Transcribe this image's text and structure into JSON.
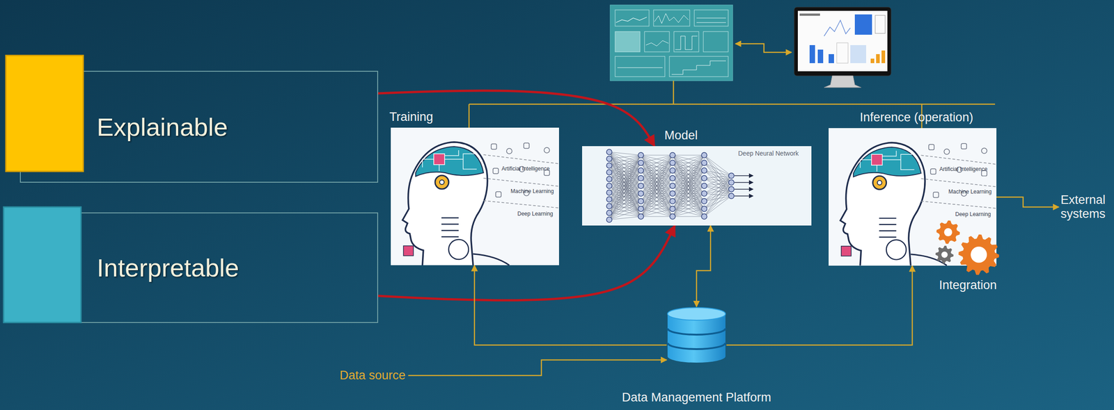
{
  "diagram": {
    "nodes": [
      {
        "text": [
          "Explainable"
        ]
      },
      {
        "text": [
          "Interpretable"
        ]
      },
      {
        "text": [
          "Training",
          "Artificial Intelligence",
          "Machine Learning",
          "Deep Learning"
        ]
      },
      {
        "text": [
          "Model",
          "Deep Neural Network"
        ]
      },
      {
        "text": [
          "Inference (operation)",
          "Artificial Intelligence",
          "Machine Learning",
          "Deep Learning"
        ]
      },
      {
        "text": [
          "External systems"
        ]
      },
      {
        "text": [
          "Data Management Platform"
        ]
      },
      {
        "text": [
          "Data source"
        ]
      }
    ],
    "edges": [
      {
        "from": 0,
        "to": 3,
        "arrow": "to"
      },
      {
        "from": 1,
        "to": 3,
        "arrow": "to"
      },
      {
        "from": 6,
        "to": 2,
        "arrow": "to"
      },
      {
        "from": 6,
        "to": 3,
        "arrow": "both"
      },
      {
        "from": 6,
        "to": 4,
        "arrow": "to"
      },
      {
        "from": 7,
        "to": 6,
        "arrow": "to"
      },
      {
        "from": 4,
        "to": 5,
        "arrow": "to"
      }
    ],
    "labels": [
      "Integration"
    ]
  }
}
